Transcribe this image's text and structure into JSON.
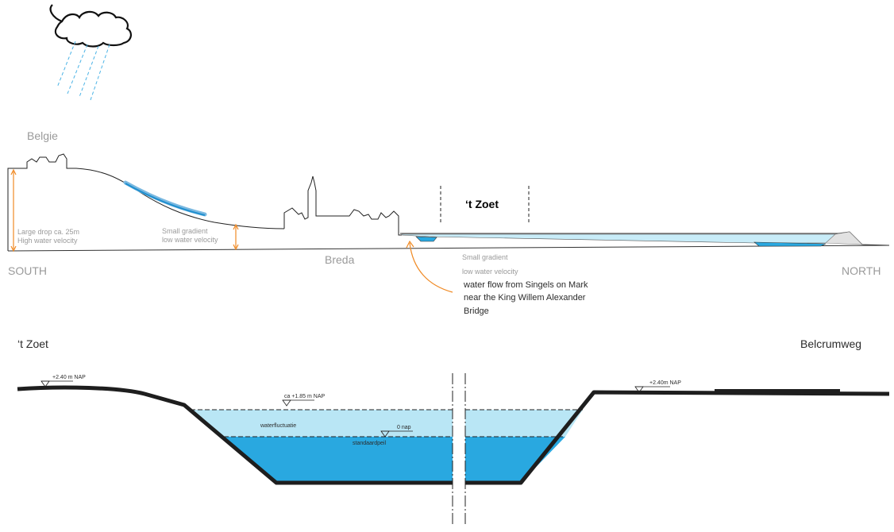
{
  "labels": {
    "belgie": "Belgie",
    "south": "SOUTH",
    "north": "NORTH",
    "breda": "Breda",
    "t_zoet_top": "‘t Zoet",
    "large_drop_1": "Large drop ca. 25m",
    "large_drop_2": "High water velocity",
    "small_grad_1": "Small gradient",
    "small_grad_2": "low water velocity",
    "small_grad_b1": "Small gradient",
    "small_grad_b2": "low water velocity",
    "flow_1": "water flow from Singels on Mark",
    "flow_2": "near the King Willem Alexander",
    "flow_3": "Bridge",
    "t_zoet_left": "‘t Zoet",
    "belcrumweg": "Belcrumweg",
    "nap_left": "+2.40 m NAP",
    "nap_right": "+2.40m  NAP",
    "nap_high": "ca +1.85 m  NAP",
    "nap_zero": "0 nap",
    "waterfluctuatie": "waterfluctuatie",
    "standaardpeil": "standaardpeil"
  },
  "colors": {
    "water_light": "#b9e6f5",
    "water_deep": "#29a8e0",
    "arrow_orange": "#f08a24",
    "ground": "#222222",
    "rain": "#4ab3e6"
  },
  "icons": {
    "cloud": "cloud-icon",
    "rain": "rain-icon",
    "water_level_marker": "triangle-down-icon"
  }
}
